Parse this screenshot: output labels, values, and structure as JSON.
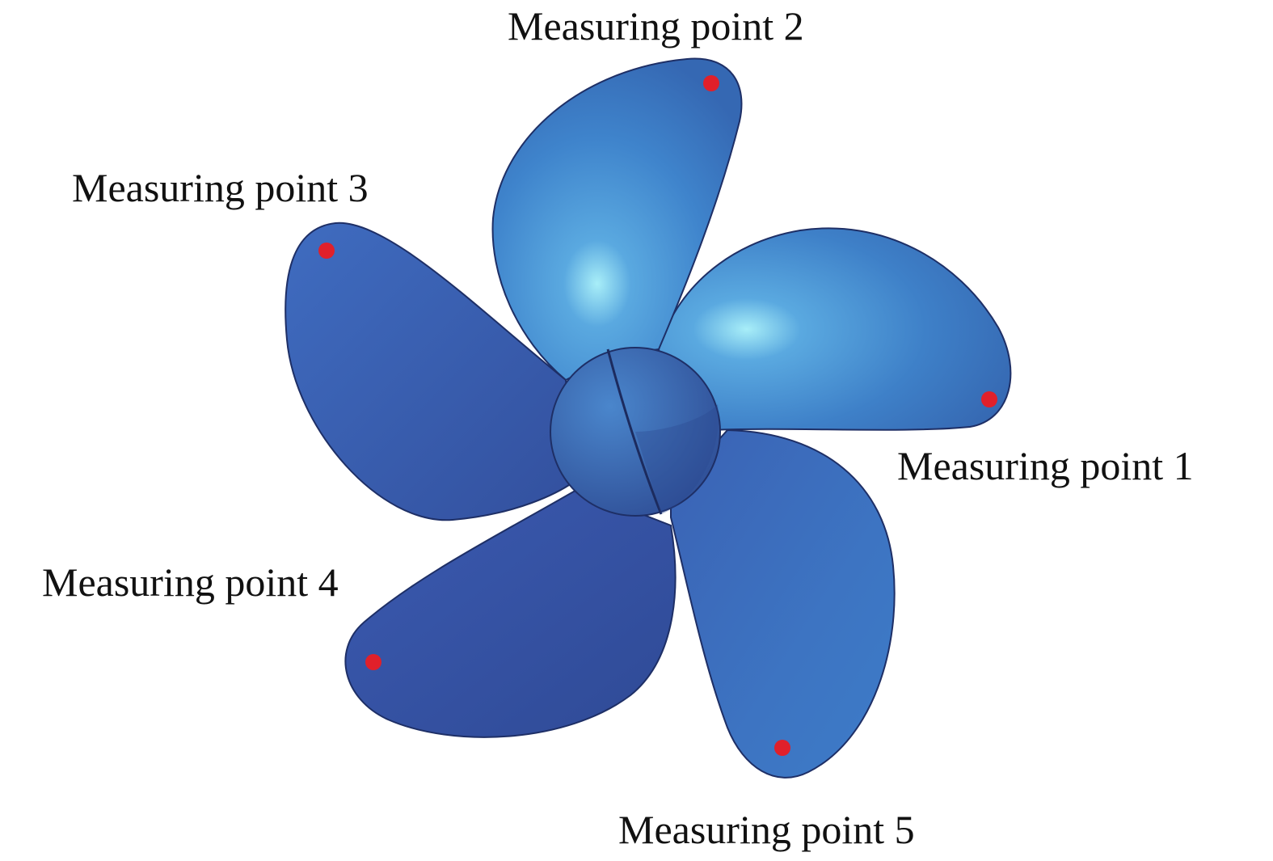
{
  "labels": {
    "point_1": "Measuring point 1",
    "point_2": "Measuring point 2",
    "point_3": "Measuring point 3",
    "point_4": "Measuring point 4",
    "point_5": "Measuring point 5"
  },
  "colors": {
    "blade_light": "#4a8fd3",
    "blade_mid": "#3a72c0",
    "blade_dark": "#34509f",
    "highlight": "#9fe6f5",
    "outline": "#1e2f66",
    "marker": "#e0202a"
  }
}
